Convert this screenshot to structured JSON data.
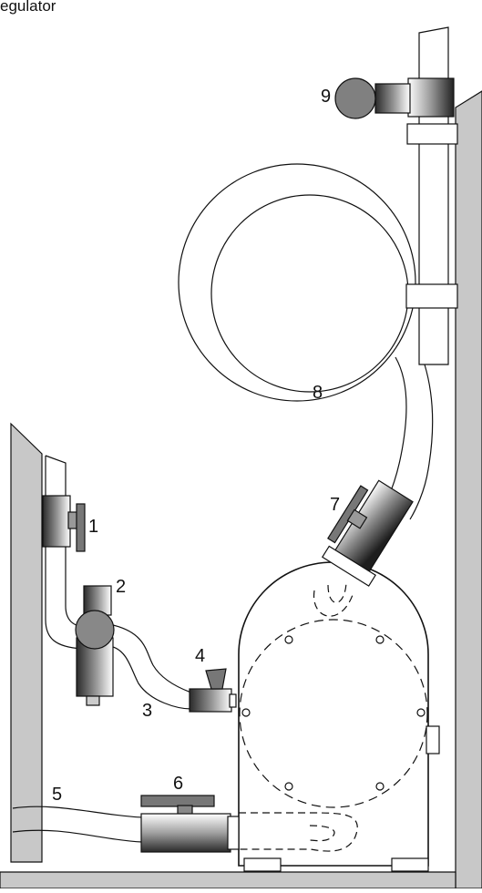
{
  "title": "egulator",
  "labels": {
    "l1": "1",
    "l2": "2",
    "l3": "3",
    "l4": "4",
    "l5": "5",
    "l6": "6",
    "l7": "7",
    "l8": "8",
    "l9": "9"
  }
}
